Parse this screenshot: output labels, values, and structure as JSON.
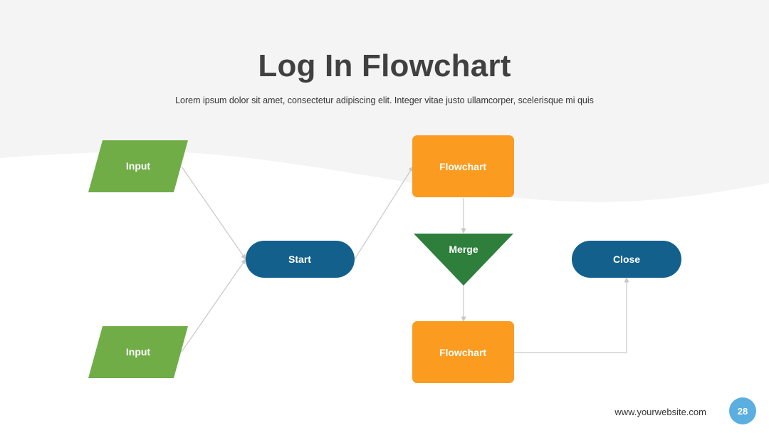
{
  "slide": {
    "title": "Log In Flowchart",
    "subtitle": "Lorem ipsum dolor sit amet, consectetur adipiscing elit. Integer vitae justo ullamcorper, scelerisque mi quis",
    "website": "www.yourwebsite.com",
    "page_number": "28"
  },
  "colors": {
    "background_band": "#f4f4f4",
    "input_green": "#70ad47",
    "start_blue": "#14608c",
    "flowchart_orange": "#fb9b1f",
    "merge_green": "#2e7f3c",
    "connector_gray": "#c8c8c8",
    "badge_blue": "#5aaee0"
  },
  "nodes": {
    "input_top": {
      "label": "Input",
      "shape": "parallelogram"
    },
    "input_bottom": {
      "label": "Input",
      "shape": "parallelogram"
    },
    "start": {
      "label": "Start",
      "shape": "terminator"
    },
    "flowchart_top": {
      "label": "Flowchart",
      "shape": "rounded-rectangle"
    },
    "merge": {
      "label": "Merge",
      "shape": "inverted-triangle"
    },
    "flowchart_bottom": {
      "label": "Flowchart",
      "shape": "rounded-rectangle"
    },
    "close": {
      "label": "Close",
      "shape": "terminator"
    }
  },
  "edges": [
    {
      "from": "input_top",
      "to": "start"
    },
    {
      "from": "input_bottom",
      "to": "start"
    },
    {
      "from": "start",
      "to": "flowchart_top"
    },
    {
      "from": "flowchart_top",
      "to": "merge"
    },
    {
      "from": "merge",
      "to": "flowchart_bottom"
    },
    {
      "from": "flowchart_bottom",
      "to": "close"
    }
  ]
}
